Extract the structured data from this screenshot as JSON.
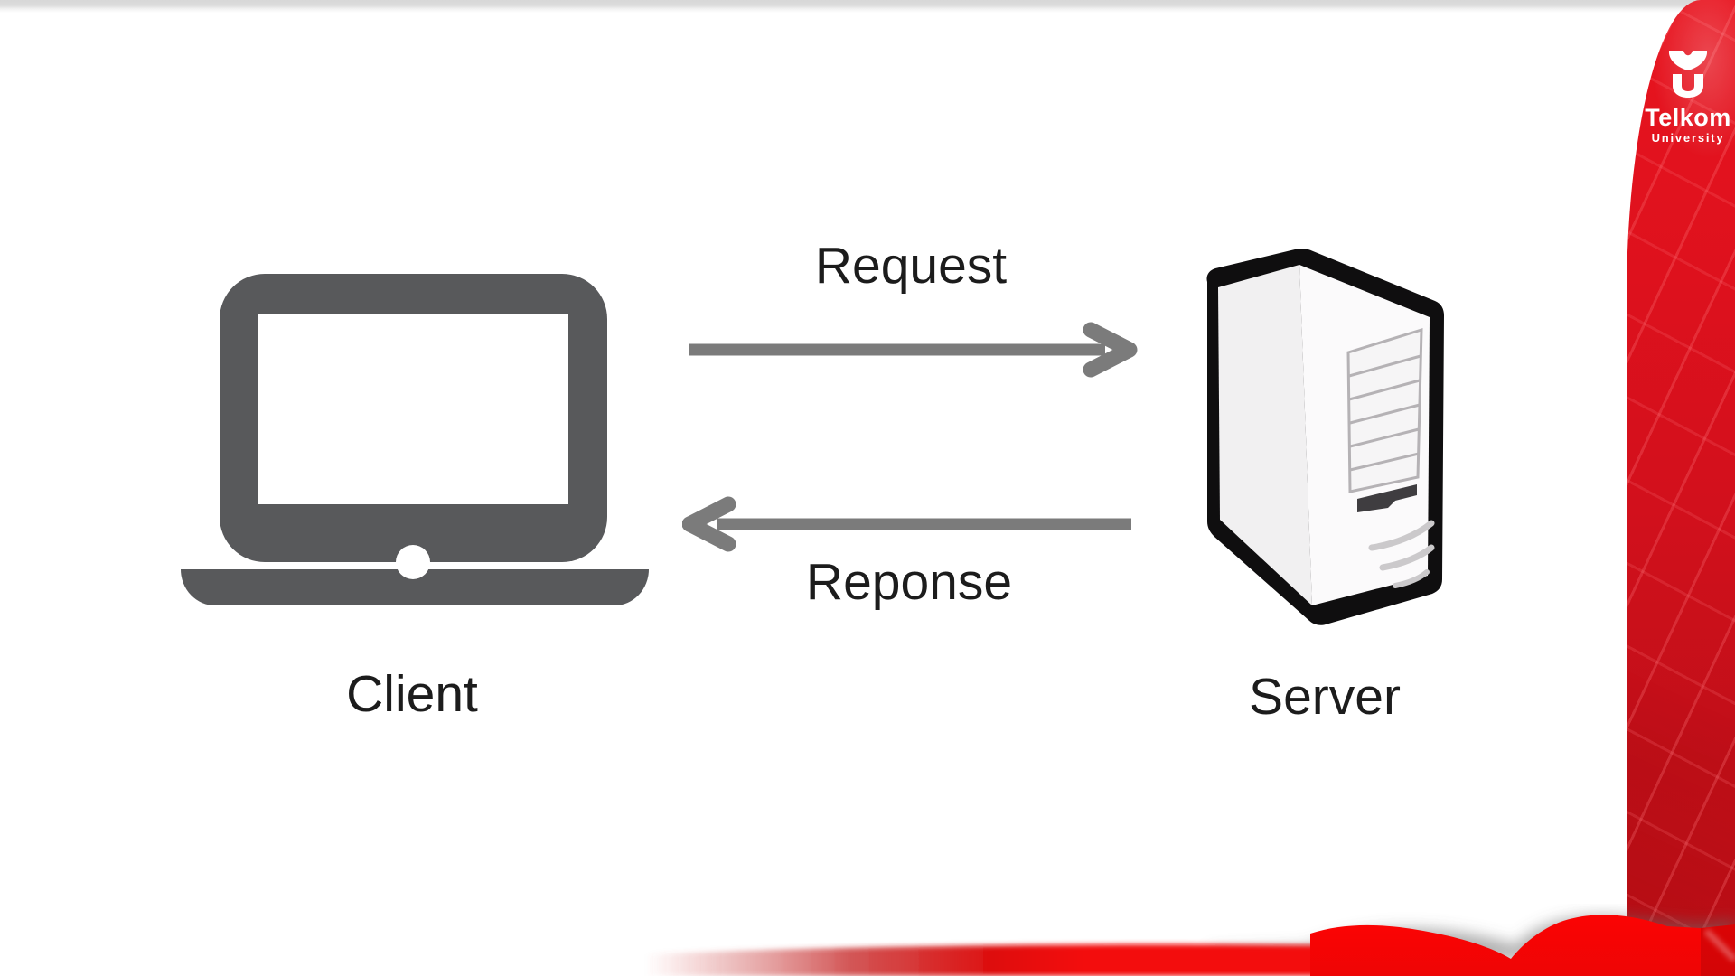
{
  "brand": {
    "name": "Telkom",
    "subname": "University",
    "logo_icon": "telkom-university-logo"
  },
  "diagram": {
    "client_label": "Client",
    "server_label": "Server",
    "request_label": "Request",
    "response_label": "Reponse",
    "client_icon": "laptop-icon",
    "server_icon": "server-tower-icon",
    "request_arrow_icon": "arrow-right-icon",
    "response_arrow_icon": "arrow-left-icon"
  },
  "colors": {
    "accent_red": "#DE111D",
    "bright_red": "#FA0505",
    "icon_gray": "#58595B",
    "arrow_gray": "#7B7B7B",
    "text_dark": "#1C1C1C",
    "top_strip_gray": "#D7D7D7"
  }
}
